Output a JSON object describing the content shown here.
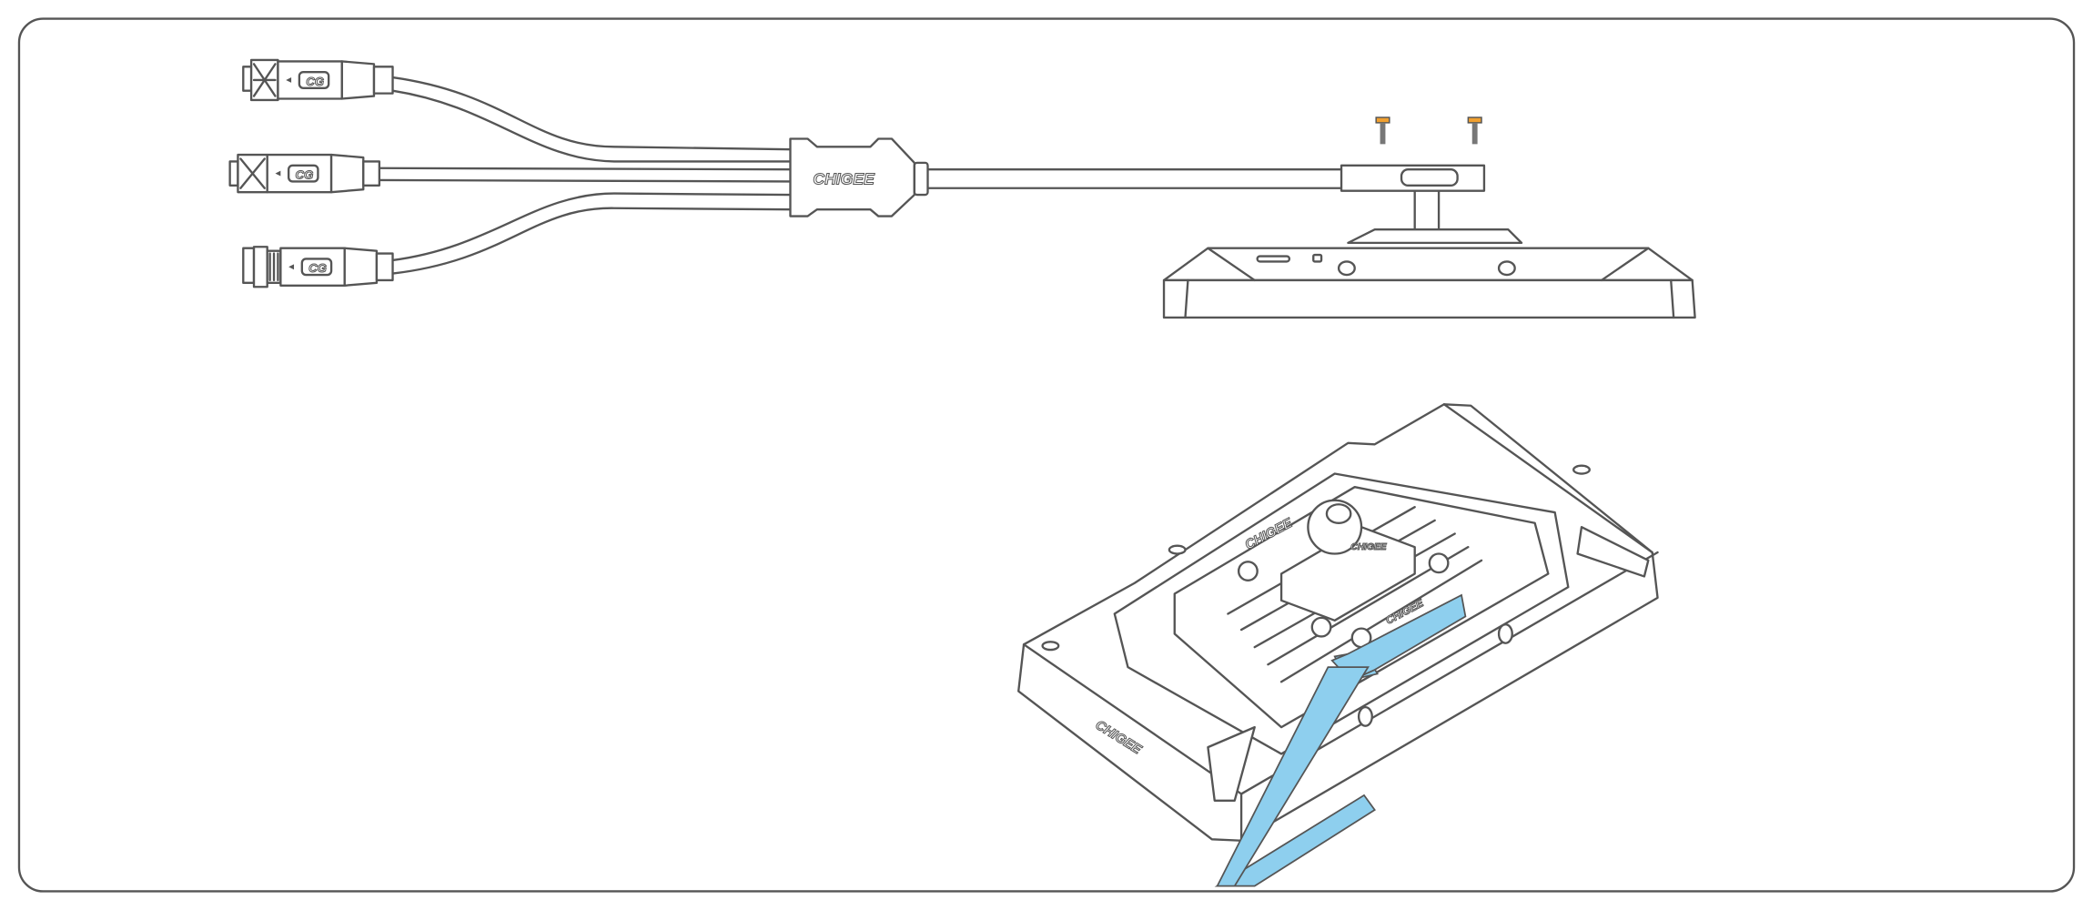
{
  "diagram": {
    "title": "",
    "logos": {
      "splitter": "CHIGEE",
      "connector": "CG",
      "mount": "CHIGEE",
      "ball": "CHIGEE",
      "cable_clip": "CHIGEE"
    },
    "colors": {
      "line": "#555555",
      "highlight_cable": "#8ecfee",
      "background": "#ffffff"
    },
    "components": [
      "three-way-connector-harness",
      "splitter",
      "display-unit-side-view",
      "screws",
      "display-unit-rear-isometric",
      "highlighted-cable"
    ]
  }
}
